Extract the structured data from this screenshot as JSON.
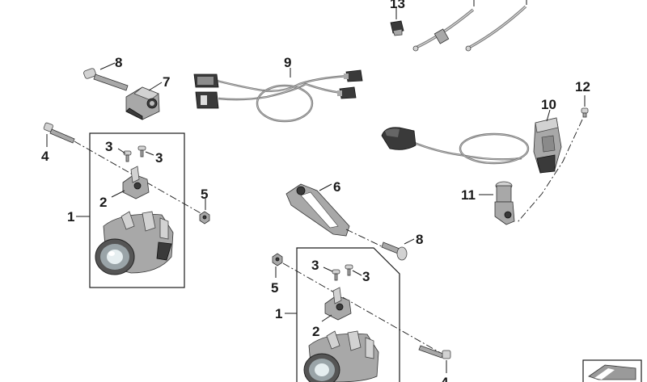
{
  "diagram": {
    "callouts": {
      "c1a": "1",
      "c1b": "1",
      "c2a": "2",
      "c2b": "2",
      "c3a": "3",
      "c3b": "3",
      "c3c": "3",
      "c3d": "3",
      "c4a": "4",
      "c4b": "4",
      "c5a": "5",
      "c5b": "5",
      "c6": "6",
      "c7": "7",
      "c8a": "8",
      "c8b": "8",
      "c9": "9",
      "c10": "10",
      "c11": "11",
      "c12": "12",
      "c13": "13"
    }
  }
}
